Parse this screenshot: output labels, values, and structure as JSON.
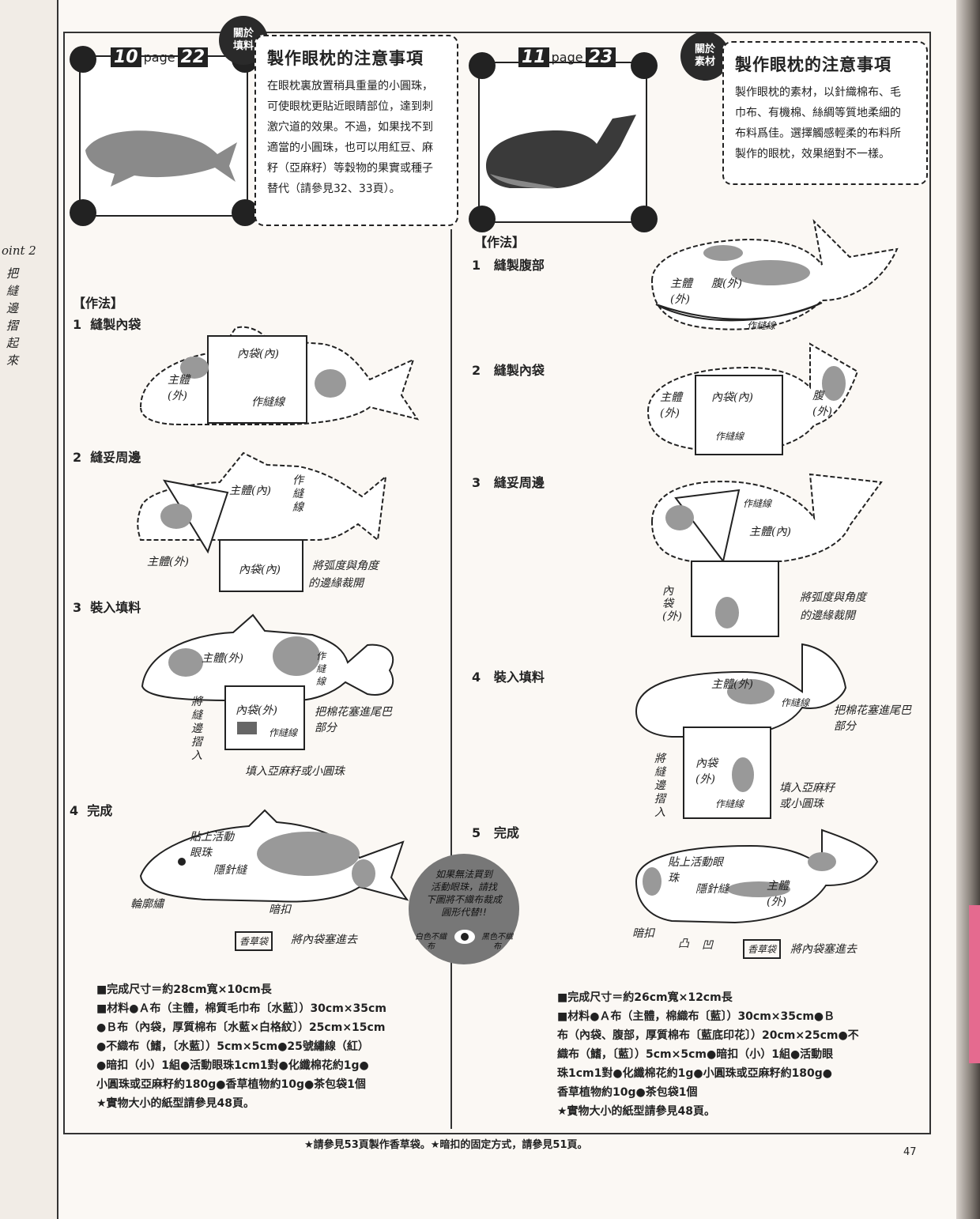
{
  "sidebar": {
    "point_label": "oint 2",
    "vertical_text": "把縫邊摺起來"
  },
  "left_project": {
    "page_tag": {
      "num": "10",
      "word": "page",
      "page": "22"
    },
    "badge": [
      "關於",
      "填料"
    ],
    "note": {
      "title": "製作眼枕的注意事項",
      "lines": [
        "在眼枕裏放置稍具重量的小圓珠，",
        "可使眼枕更貼近眼睛部位，達到刺",
        "激穴道的效果。不過，如果找不到",
        "適當的小圓珠，也可以用紅豆、麻",
        "籽（亞麻籽）等穀物的果實或種子",
        "替代（請參見32、33頁）。"
      ]
    },
    "method_heading": "【作法】",
    "steps": [
      {
        "num": "1",
        "label": "縫製內袋"
      },
      {
        "num": "2",
        "label": "縫妥周邊"
      },
      {
        "num": "3",
        "label": "裝入填料"
      },
      {
        "num": "4",
        "label": "完成"
      }
    ],
    "annotations": {
      "s1": [
        "主體(外)",
        "內袋(內)",
        "作縫線"
      ],
      "s2": [
        "主體(內)",
        "作縫線",
        "主體(外)",
        "內袋(內)",
        "將弧度與角度",
        "的邊緣裁開"
      ],
      "s3": [
        "主體(外)",
        "作縫線",
        "內袋(外)",
        "將縫邊摺入",
        "作縫線",
        "把棉花塞進尾巴部分",
        "填入亞麻籽或小圓珠"
      ],
      "s4": [
        "貼上活動眼珠",
        "隱針縫",
        "輪廓繡",
        "暗扣",
        "香草袋",
        "將內袋塞進去"
      ]
    },
    "materials": [
      "■完成尺寸＝約28cm寬×10cm長",
      "■材料●Ａ布（主體，棉質毛巾布〔水藍〕）30cm×35cm",
      "●Ｂ布（內袋，厚質棉布〔水藍×白格紋〕）25cm×15cm",
      "●不織布（鰭，〔水藍〕）5cm×5cm●25號繡線（紅）",
      "●暗扣（小）1組●活動眼珠1cm1對●化纖棉花約1g●",
      "小圓珠或亞麻籽約180g●香草植物約10g●茶包袋1個",
      "★實物大小的紙型請參見48頁。"
    ]
  },
  "bubble": {
    "lines": [
      "如果無法買到",
      "活動眼珠，請找",
      "下圖將不織布裁成",
      "圓形代替!!"
    ],
    "white_label": "白色不織布",
    "black_label": "黑色不織布"
  },
  "right_project": {
    "page_tag": {
      "num": "11",
      "word": "page",
      "page": "23"
    },
    "badge": [
      "關於",
      "素材"
    ],
    "note": {
      "title": "製作眼枕的注意事項",
      "lines": [
        "製作眼枕的素材，以針織棉布、毛",
        "巾布、有機棉、絲綢等質地柔細的",
        "布料爲佳。選擇觸感輕柔的布料所",
        "製作的眼枕，效果絕對不一樣。"
      ]
    },
    "method_heading": "【作法】",
    "steps": [
      {
        "num": "1",
        "label": "縫製腹部"
      },
      {
        "num": "2",
        "label": "縫製內袋"
      },
      {
        "num": "3",
        "label": "縫妥周邊"
      },
      {
        "num": "4",
        "label": "裝入填料"
      },
      {
        "num": "5",
        "label": "完成"
      }
    ],
    "annotations": {
      "s1": [
        "主體(外)",
        "腹(外)",
        "作縫線"
      ],
      "s2": [
        "主體(外)",
        "內袋(內)",
        "腹(外)",
        "作縫線"
      ],
      "s3": [
        "作縫線",
        "主體(內)",
        "內袋(外)",
        "將弧度與角度",
        "的邊緣裁開"
      ],
      "s4": [
        "主體(外)",
        "作縫線",
        "把棉花塞進尾巴部分",
        "將縫邊摺入",
        "內袋(外)",
        "作縫線",
        "填入亞麻籽或小圓珠"
      ],
      "s5": [
        "貼上活動眼珠",
        "隱針縫",
        "主體(外)",
        "暗扣",
        "凸",
        "凹",
        "香草袋",
        "將內袋塞進去"
      ]
    },
    "materials": [
      "■完成尺寸＝約26cm寬×12cm長",
      "■材料●Ａ布（主體，棉織布〔藍〕）30cm×35cm●Ｂ",
      "布（內袋、腹部，厚質棉布〔藍底印花〕）20cm×25cm●不",
      "織布（鰭，〔藍〕）5cm×5cm●暗扣（小）1組●活動眼",
      "珠1cm1對●化纖棉花約1g●小圓珠或亞麻籽約180g●",
      "香草植物約10g●茶包袋1個",
      "★實物大小的紙型請參見48頁。"
    ]
  },
  "footer_note": "★請參見53頁製作香草袋。★暗扣的固定方式，請參見51頁。",
  "page_number": "47"
}
